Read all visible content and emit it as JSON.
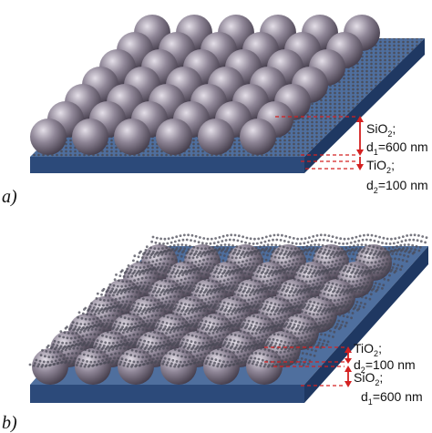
{
  "panels": [
    {
      "letter": "a)",
      "layers": [
        {
          "material": "SiO",
          "subscript": "2",
          "suffix": ";",
          "thickness_var": "d",
          "thickness_sub": "1",
          "thickness_value": "=600 nm"
        },
        {
          "material": "TiO",
          "subscript": "2",
          "suffix": ";",
          "thickness_var": "d",
          "thickness_sub": "2",
          "thickness_value": "=100 nm"
        }
      ]
    },
    {
      "letter": "b)",
      "layers": [
        {
          "material": "TiO",
          "subscript": "2",
          "suffix": ";",
          "thickness_var": "d",
          "thickness_sub": "2",
          "thickness_value": "=100 nm"
        },
        {
          "material": "SiO",
          "subscript": "2",
          "suffix": ";",
          "thickness_var": "d",
          "thickness_sub": "1",
          "thickness_value": "=600 nm"
        }
      ]
    }
  ],
  "colors": {
    "substrate_top": "#4f6f9e",
    "substrate_front": "#2c4a7a",
    "substrate_side": "#1f3862",
    "sphere_light": "#e4dfe8",
    "sphere_mid": "#8f8697",
    "sphere_dark": "#3e3745",
    "nanoparticle": "#4a4a55",
    "marker": "#d42020"
  }
}
